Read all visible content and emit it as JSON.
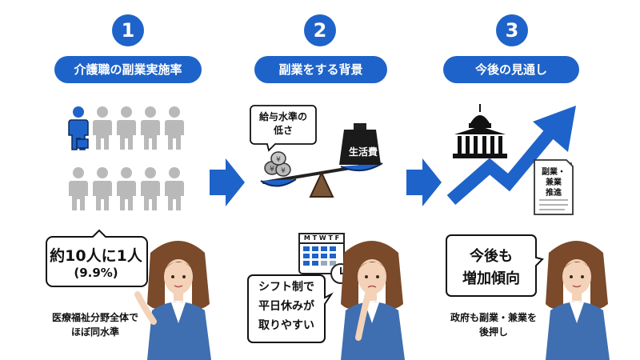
{
  "steps": [
    {
      "number": "1",
      "title": "介護職の副業実施率",
      "bubble_line1": "約10人に1人",
      "bubble_line2": "(9.9%)",
      "caption_line1": "医療福祉分野全体で",
      "caption_line2": "ほぼ同水準"
    },
    {
      "number": "2",
      "title": "副業をする背景",
      "low_salary_line1": "給与水準の",
      "low_salary_line2": "低さ",
      "weight_label": "生活費",
      "calendar_days": "M T W T F",
      "bubble_line1": "シフト制で",
      "bubble_line2": "平日休みが",
      "bubble_line3": "取りやすい"
    },
    {
      "number": "3",
      "title": "今後の見通し",
      "doc_line1": "副業・",
      "doc_line2": "兼業",
      "doc_line3": "推進",
      "bubble_line1": "今後も",
      "bubble_line2": "増加傾向",
      "caption_line1": "政府も副業・兼業を",
      "caption_line2": "後押し"
    }
  ],
  "colors": {
    "accent": "#1e63c9",
    "person_gray": "#b9b9b9",
    "jacket": "#3f6fb0"
  },
  "icons": [
    "person-icon",
    "arrow-right-icon",
    "coin-icon",
    "weight-icon",
    "calendar-icon",
    "clock-icon",
    "government-building-icon",
    "document-icon",
    "trend-up-arrow-icon"
  ]
}
